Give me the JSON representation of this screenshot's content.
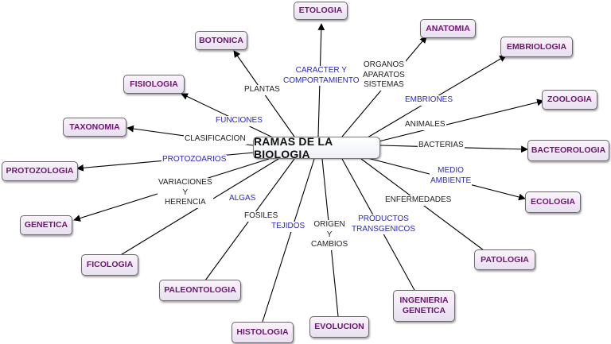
{
  "center": "RAMAS DE LA BIOLOGIA",
  "nodes": {
    "etologia": "ETOLOGIA",
    "botonica": "BOTONICA",
    "anatomia": "ANATOMIA",
    "embriologia": "EMBRIOLOGIA",
    "fisiologia": "FISIOLOGIA",
    "zoologia": "ZOOLOGIA",
    "taxonomia": "TAXONOMIA",
    "bacteorologia": "BACTEOROLOGIA",
    "protozologia": "PROTOZOLOGIA",
    "ecologia": "ECOLOGIA",
    "genetica": "GENETICA",
    "patologia": "PATOLOGIA",
    "ficologia": "FICOLOGIA",
    "paleontologia": "PALEONTOLOGIA",
    "ingenieria_genetica": "INGENIERIA GENETICA",
    "histologia": "HISTOLOGIA",
    "evolucion": "EVOLUCION"
  },
  "links": {
    "caracter_1": "CARACTER Y",
    "caracter_2": "COMPORTAMIENTO",
    "organos_1": "ORGANOS",
    "organos_2": "APARATOS",
    "organos_3": "SISTEMAS",
    "plantas": "PLANTAS",
    "embriones": "EMBRIONES",
    "funciones": "FUNCIONES",
    "animales": "ANIMALES",
    "clasificacion": "CLASIFICACION",
    "bacterias": "BACTERIAS",
    "protozoarios": "PROTOZOARIOS",
    "medio_1": "MEDIO",
    "medio_2": "AMBIENTE",
    "variaciones_1": "VARIACIONES",
    "variaciones_2": "Y",
    "variaciones_3": "HERENCIA",
    "algas": "ALGAS",
    "enfermedades": "ENFERMEDADES",
    "fosiles": "FOSILES",
    "tejidos": "TEJIDOS",
    "origen_1": "ORIGEN",
    "origen_2": "Y",
    "origen_3": "CAMBIOS",
    "productos_1": "PRODUCTOS",
    "productos_2": "TRANSGENICOS"
  }
}
